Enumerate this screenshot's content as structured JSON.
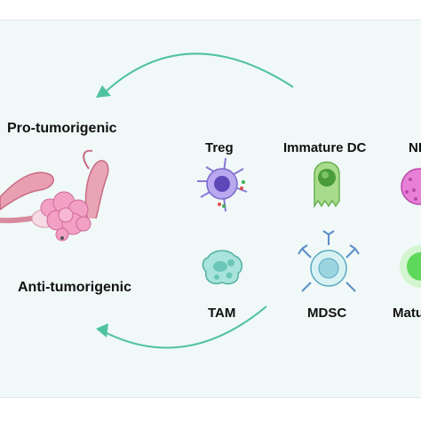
{
  "labels": {
    "pro_tumorigenic": "Pro-tumorigenic",
    "anti_tumorigenic": "Anti-tumorigenic"
  },
  "cells": {
    "treg": "Treg",
    "immature_dc": "Immature DC",
    "nk_partial": "NK",
    "tam": "TAM",
    "mdsc": "MDSC",
    "mature_partial": "Matu"
  },
  "colors": {
    "panel": "#f0f8f8",
    "arrow": "#4fc2a2",
    "treg": "#b9a8f0",
    "immature_dc": "#a8dc8c",
    "nk": "#e880d8",
    "tam": "#a8e4dc",
    "mdsc": "#d8f2f4",
    "mature": "#5ed85a",
    "tumor": "#f2a0c4"
  },
  "icons": [
    "curved-arrow-icon",
    "ovary-tumor-icon",
    "treg-cell-icon",
    "immature-dc-cell-icon",
    "nk-cell-icon",
    "tam-cell-icon",
    "mdsc-cell-icon",
    "mature-cell-icon"
  ]
}
